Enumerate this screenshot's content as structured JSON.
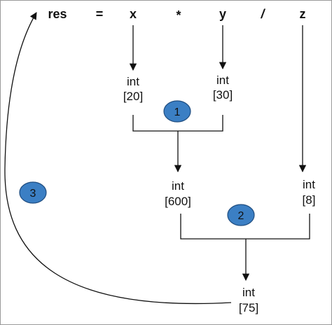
{
  "expression": {
    "res": "res",
    "eq": "=",
    "x": "x",
    "mul": "*",
    "y": "y",
    "div": "/",
    "z": "z"
  },
  "nodes": {
    "x_int": {
      "type": "int",
      "value": "[20]"
    },
    "y_int": {
      "type": "int",
      "value": "[30]"
    },
    "xy_int": {
      "type": "int",
      "value": "[600]"
    },
    "z_int": {
      "type": "int",
      "value": "[8]"
    },
    "result_int": {
      "type": "int",
      "value": "[75]"
    }
  },
  "steps": {
    "step1": "1",
    "step2": "2",
    "step3": "3"
  },
  "colors": {
    "step_fill": "#3b7fc4",
    "step_stroke": "#1f4d80",
    "line": "#111111"
  }
}
